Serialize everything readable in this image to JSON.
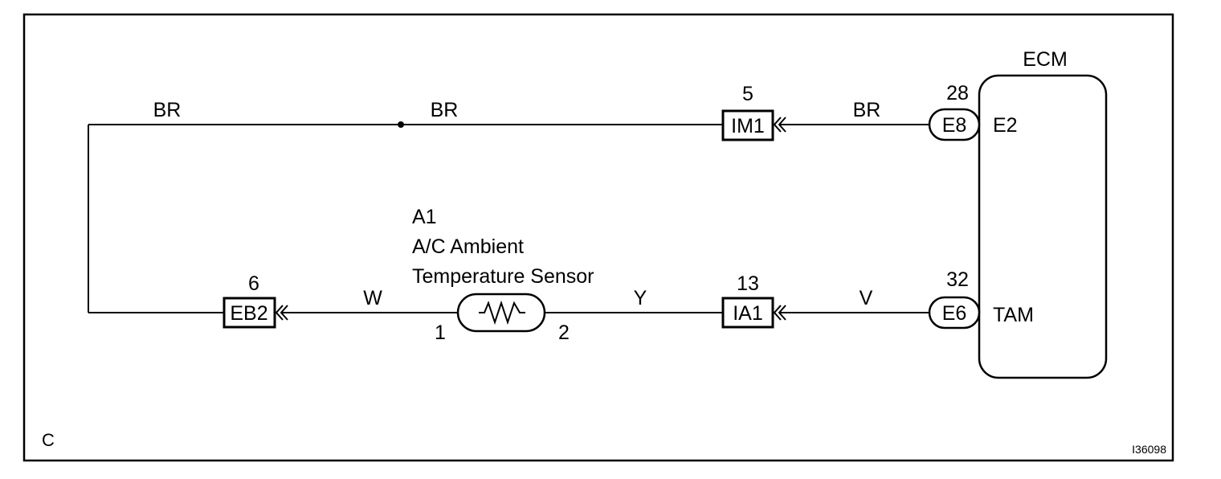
{
  "frame": {
    "corner_label": "C",
    "figure_id": "I36098"
  },
  "ecm": {
    "title": "ECM",
    "pins": [
      {
        "terminal": "E2",
        "connector": "E8",
        "pin_number": "28"
      },
      {
        "terminal": "TAM",
        "connector": "E6",
        "pin_number": "32"
      }
    ]
  },
  "connectors": [
    {
      "id": "IM1",
      "pin_number": "5"
    },
    {
      "id": "IA1",
      "pin_number": "13"
    },
    {
      "id": "EB2",
      "pin_number": "6"
    }
  ],
  "sensor": {
    "code": "A1",
    "name_line1": "A/C Ambient",
    "name_line2": "Temperature Sensor",
    "pin_left": "1",
    "pin_right": "2"
  },
  "wires": {
    "top_left": "BR",
    "top_middle": "BR",
    "top_right": "BR",
    "bottom_left": "W",
    "bottom_middle": "Y",
    "bottom_right": "V"
  }
}
